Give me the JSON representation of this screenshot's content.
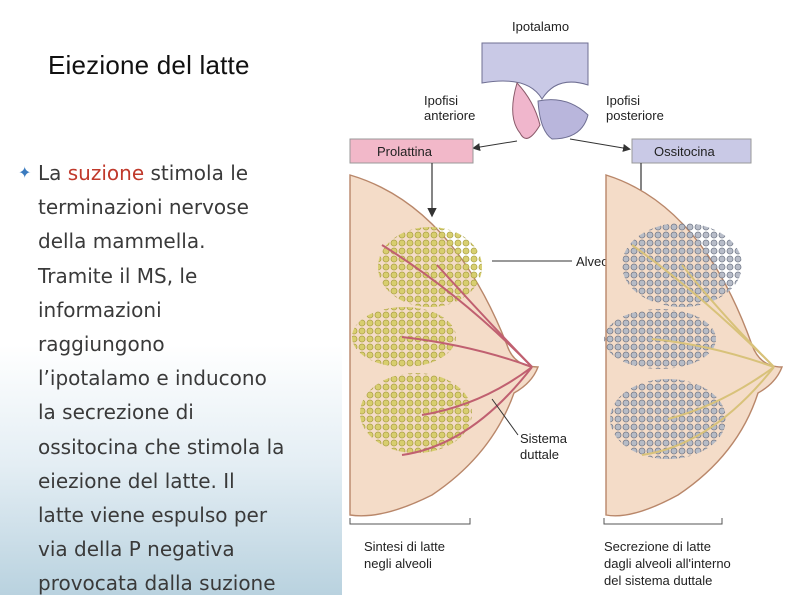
{
  "slide": {
    "title": "Eiezione del latte",
    "body": {
      "prefix": "La ",
      "highlight": "suzione",
      "line1_rest": " stimola le",
      "lines": [
        "terminazioni nervose",
        "della mammella.",
        "Tramite il MS, le",
        "informazioni",
        "raggiungono",
        "l’ipotalamo e inducono",
        "la secrezione di",
        "ossitocina che stimola la",
        "eiezione del latte. Il",
        "latte viene espulso per",
        "via della P negativa",
        "provocata dalla suzione"
      ]
    }
  },
  "figure": {
    "hypothalamus": "Ipotalamo",
    "anterior_pituitary": [
      "Ipofisi",
      "anteriore"
    ],
    "posterior_pituitary": [
      "Ipofisi",
      "posteriore"
    ],
    "prolactin": "Prolattina",
    "oxytocin": "Ossitocina",
    "alveolus": "Alveolo",
    "duct_system": [
      "Sistema",
      "duttale"
    ],
    "caption_left": [
      "Sintesi di latte",
      "negli alveoli"
    ],
    "caption_right": [
      "Secrezione di latte",
      "dagli alveoli all'interno",
      "del sistema duttale"
    ]
  },
  "colors": {
    "accent": "#c0392b",
    "bullet": "#3a7bbf",
    "prolactin_box": "#f2b8c9",
    "oxytocin_box": "#c9c9e6",
    "pituitary_pink": "#f0b6cc",
    "pituitary_purple": "#b9b6dc",
    "skin": "#f4dcc8",
    "alveoli_yellow": "#d8cf6e",
    "alveoli_grey": "#a8b0be"
  }
}
